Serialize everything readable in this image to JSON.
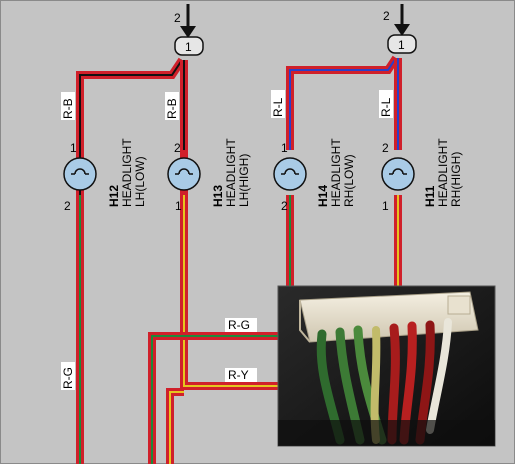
{
  "connectors": [
    {
      "id": "left",
      "pin_top": "2",
      "pin": "1"
    },
    {
      "id": "right",
      "pin_top": "2",
      "pin": "1"
    }
  ],
  "wire_labels": {
    "rb_1": "R-B",
    "rb_2": "R-B",
    "rl_1": "R-L",
    "rl_2": "R-L",
    "rg_left": "R-G",
    "rg_mid": "R-G",
    "ry_mid": "R-Y"
  },
  "lamps": [
    {
      "code": "H12",
      "line1": "HEADLIGHT",
      "line2": "LH(LOW)",
      "pin_top": "1",
      "pin_bottom": "2"
    },
    {
      "code": "H13",
      "line1": "HEADLIGHT",
      "line2": "LH(HIGH)",
      "pin_top": "2",
      "pin_bottom": "1"
    },
    {
      "code": "H14",
      "line1": "HEADLIGHT",
      "line2": "RH(LOW)",
      "pin_top": "1",
      "pin_bottom": "2"
    },
    {
      "code": "H11",
      "line1": "HEADLIGHT",
      "line2": "RH(HIGH)",
      "pin_top": "2",
      "pin_bottom": "1"
    }
  ],
  "colors": {
    "background": "#c4c4c4",
    "red": "#d0202a",
    "black": "#111111",
    "blue": "#2a3fc8",
    "green": "#1d8a3a",
    "yellow": "#e6c51e",
    "lamp_fill": "#a9cbe6"
  },
  "photo": {
    "icon": "connector-photo"
  }
}
